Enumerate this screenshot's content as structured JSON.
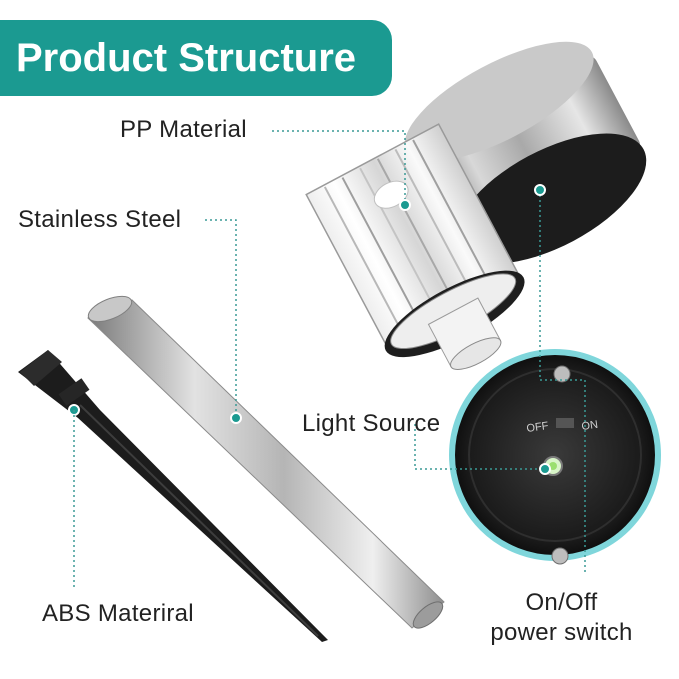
{
  "title": "Product Structure",
  "labels": {
    "pp_material": "PP Material",
    "stainless_steel": "Stainless Steel",
    "light_source": "Light Source",
    "abs_material": "ABS Materiral",
    "switch_line1": "On/Off",
    "switch_line2": "power switch"
  },
  "switch_markings": {
    "off": "OFF",
    "on": "ON"
  },
  "colors": {
    "accent": "#1b9a91",
    "callout_ring": "#7fd6db",
    "leader_line": "#3a9a95"
  }
}
